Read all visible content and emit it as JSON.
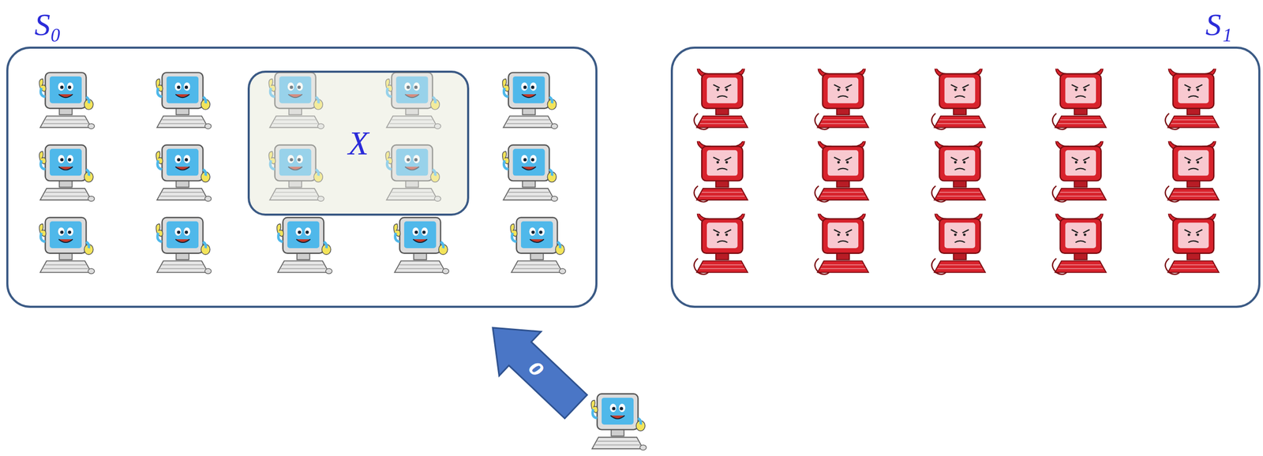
{
  "diagram": {
    "nodes": [
      {
        "text": [
          "S₀"
        ]
      },
      {
        "text": [
          "X"
        ],
        "in": 0
      },
      {
        "text": [
          "S₁"
        ]
      }
    ],
    "labels": [
      "0"
    ]
  }
}
